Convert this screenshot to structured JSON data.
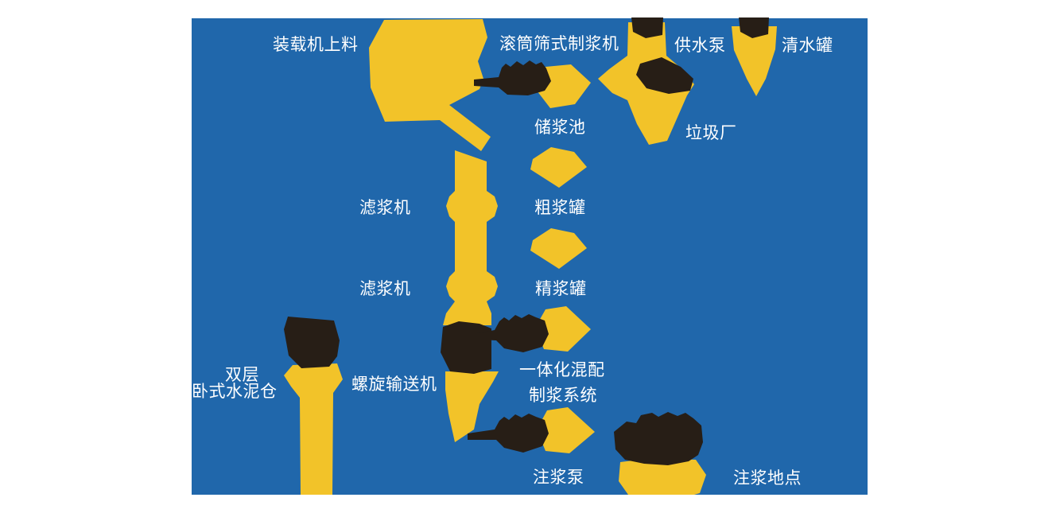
{
  "colors": {
    "page_background": "#FFFFFF",
    "panel_blue": "#2067AB",
    "equipment_yellow": "#F2C329",
    "equipment_dark": "#271E16",
    "label_text": "#FFFFFF"
  },
  "labels": {
    "loader_feeding": "装载机上料",
    "drum_screen_pulper": "滚筒筛式制浆机",
    "water_supply_pump": "供水泵",
    "clean_water_tank": "清水罐",
    "slurry_storage_pool": "储浆池",
    "garbage_plant": "垃圾厂",
    "filter_press_upper": "滤浆机",
    "coarse_slurry_tank": "粗浆罐",
    "filter_press_lower": "滤浆机",
    "fine_slurry_tank": "精浆罐",
    "cement_silo_line1": "双层",
    "cement_silo_line2": "卧式水泥仓",
    "screw_conveyor": "螺旋输送机",
    "integrated_mixing_line1": "一体化混配",
    "integrated_mixing_line2": "制浆系统",
    "grouting_pump": "注浆泵",
    "grouting_site": "注浆地点"
  }
}
